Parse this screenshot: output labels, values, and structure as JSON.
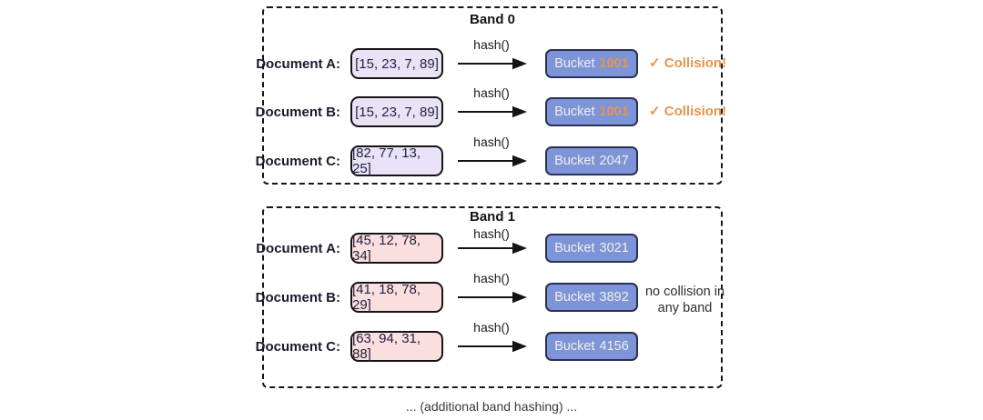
{
  "caption": "... (additional band hashing) ...",
  "colors": {
    "bucket_fill": "#7d95d8",
    "bucket_border": "#2b3154",
    "signature_fill_band0": "#eae3f8",
    "signature_fill_band1": "#fbdede",
    "collision_orange": "#e8944d",
    "dashed_border": "#161616"
  },
  "bands": [
    {
      "title": "Band 0",
      "rows": [
        {
          "doc_label": "Document A:",
          "vector": "[15, 23, 7, 89]",
          "hash_label": "hash()",
          "bucket_word": "Bucket",
          "bucket_id": "1001",
          "collision_note": "✓ Collision!"
        },
        {
          "doc_label": "Document B:",
          "vector": "[15, 23, 7, 89]",
          "hash_label": "hash()",
          "bucket_word": "Bucket",
          "bucket_id": "1001",
          "collision_note": "✓ Collision!"
        },
        {
          "doc_label": "Document C:",
          "vector": "[82, 77, 13, 25]",
          "hash_label": "hash()",
          "bucket_word": "Bucket",
          "bucket_id": "2047"
        }
      ]
    },
    {
      "title": "Band 1",
      "rows": [
        {
          "doc_label": "Document A:",
          "vector": "[45, 12, 78, 34]",
          "hash_label": "hash()",
          "bucket_word": "Bucket",
          "bucket_id": "3021"
        },
        {
          "doc_label": "Document B:",
          "vector": "[41, 18, 78, 29]",
          "hash_label": "hash()",
          "bucket_word": "Bucket",
          "bucket_id": "3892"
        },
        {
          "doc_label": "Document C:",
          "vector": "[63, 94, 31, 88]",
          "hash_label": "hash()",
          "bucket_word": "Bucket",
          "bucket_id": "4156"
        }
      ],
      "side_note_line1": "no collision in",
      "side_note_line2": "any band"
    }
  ]
}
